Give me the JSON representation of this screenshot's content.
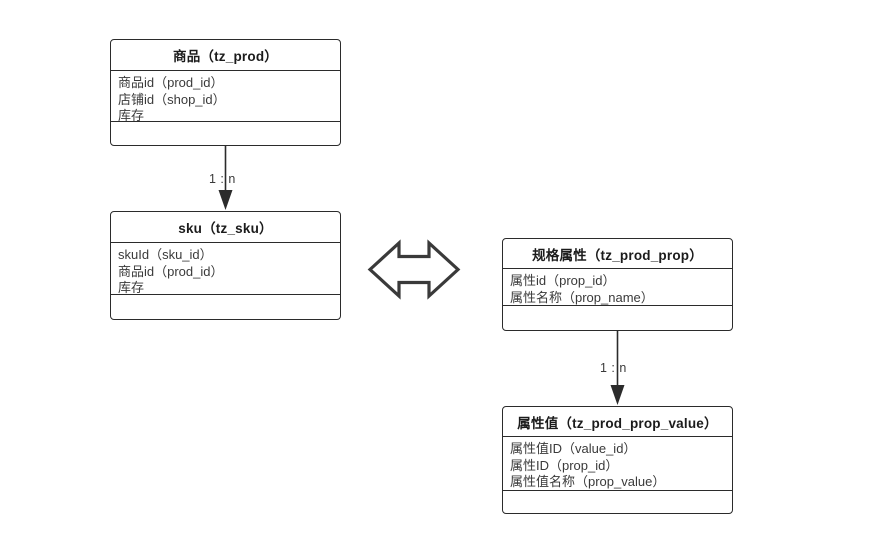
{
  "diagram": {
    "type": "er-diagram",
    "background_color": "#ffffff",
    "line_color": "#2b2b2b",
    "text_color": "#3a3a3a",
    "entities": [
      {
        "id": "tz_prod",
        "title": "商品（tz_prod）",
        "attributes": [
          "商品id（prod_id）",
          "店铺id（shop_id）",
          "库存"
        ]
      },
      {
        "id": "tz_sku",
        "title": "sku（tz_sku）",
        "attributes": [
          "skuId（sku_id）",
          "商品id（prod_id）",
          "库存"
        ]
      },
      {
        "id": "tz_prod_prop",
        "title": "规格属性（tz_prod_prop）",
        "attributes": [
          "属性id（prop_id）",
          "属性名称（prop_name）"
        ]
      },
      {
        "id": "tz_prod_prop_value",
        "title": "属性值（tz_prod_prop_value）",
        "attributes": [
          "属性值ID（value_id）",
          "属性ID（prop_id）",
          "属性值名称（prop_value）"
        ]
      }
    ],
    "relationships": [
      {
        "id": "prod-to-sku",
        "from": "tz_prod",
        "to": "tz_sku",
        "label": "1 : n",
        "style": "solid-arrow-down"
      },
      {
        "id": "prop-to-value",
        "from": "tz_prod_prop",
        "to": "tz_prod_prop_value",
        "label": "1 : n",
        "style": "solid-arrow-down"
      },
      {
        "id": "sku-to-prop",
        "from": "tz_sku",
        "to": "tz_prod_prop",
        "label": "",
        "style": "double-headed-arrow"
      }
    ]
  }
}
